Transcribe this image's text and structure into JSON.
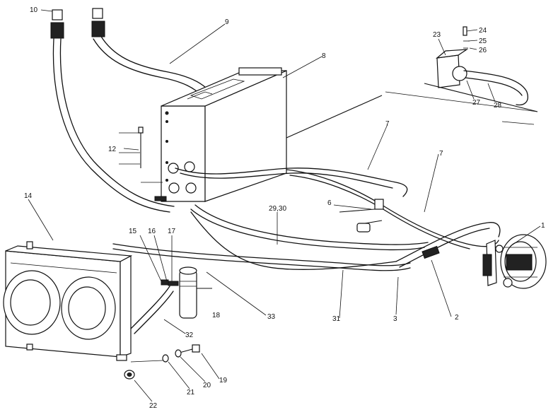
{
  "callouts": {
    "c1": "1",
    "c2": "2",
    "c3": "3",
    "c6": "6",
    "c7": "7",
    "c8": "8",
    "c9": "9",
    "c10": "10",
    "c12": "12",
    "c14": "14",
    "c15": "15",
    "c16": "16",
    "c17": "17",
    "c18": "18",
    "c19": "19",
    "c20": "20",
    "c21": "21",
    "c22": "22",
    "c23": "23",
    "c24": "24",
    "c25": "25",
    "c26": "26",
    "c27": "27",
    "c28": "28",
    "c29_30": "29,30",
    "c31": "31",
    "c32": "32",
    "c33": "33"
  }
}
